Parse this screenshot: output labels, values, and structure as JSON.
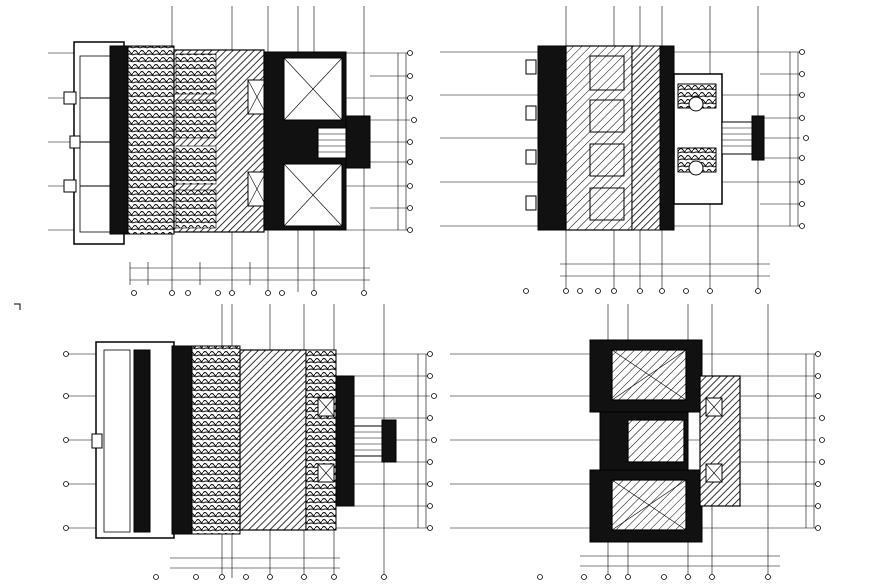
{
  "colors": {
    "line": "#000000",
    "background": "#ffffff",
    "poche": "#111111"
  },
  "plans": [
    {
      "id": "plan-top-left",
      "kind": "full-floor"
    },
    {
      "id": "plan-top-right",
      "kind": "upper-floor"
    },
    {
      "id": "plan-bottom-left",
      "kind": "full-floor"
    },
    {
      "id": "plan-bottom-right",
      "kind": "roof"
    }
  ]
}
